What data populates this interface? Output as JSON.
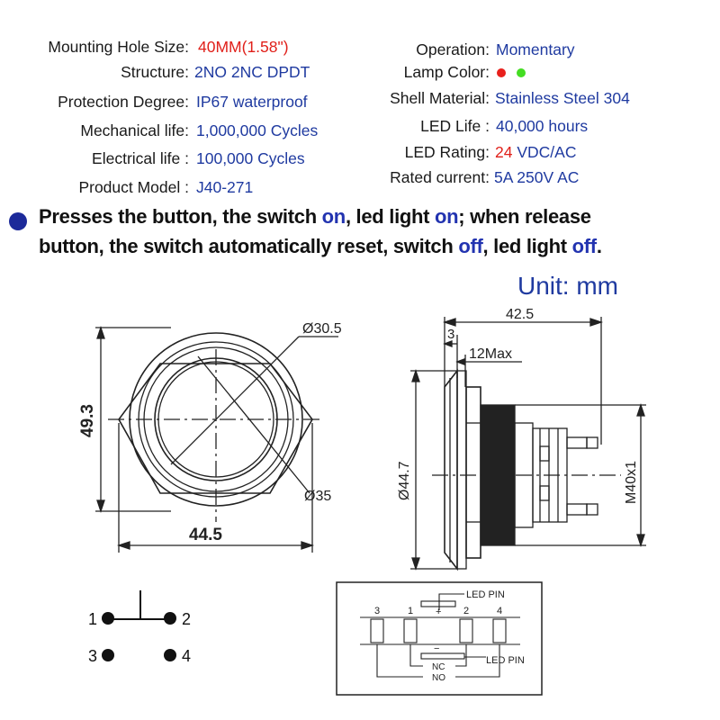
{
  "specs_left": [
    {
      "label": "Mounting Hole  Size:",
      "value": "40MM(1.58\")",
      "value_color": "red"
    },
    {
      "label": "Structure:",
      "value": "2NO  2NC  DPDT"
    },
    {
      "label": "Protection  Degree:",
      "value": "IP67 waterproof"
    },
    {
      "label": "Mechanical life:",
      "value": "1,000,000 Cycles"
    },
    {
      "label": "Electrical  life :",
      "value": "100,000 Cycles"
    },
    {
      "label": "Product Model :",
      "value": "J40-271"
    }
  ],
  "specs_right": [
    {
      "label": "Operation:",
      "value": "Momentary"
    },
    {
      "label": "Lamp Color:",
      "value": ""
    },
    {
      "label": "Shell Material:",
      "value": "Stainless Steel 304"
    },
    {
      "label": "LED Life :",
      "value": "40,000 hours"
    },
    {
      "label": "LED Rating:",
      "value_prefix": "24",
      "value": " VDC/AC"
    },
    {
      "label": "Rated current:",
      "value": "5A 250V AC"
    }
  ],
  "lamp_colors": [
    "#e8201c",
    "#44dd22"
  ],
  "description": {
    "line1": {
      "a": "Presses the button, the switch ",
      "b": "on",
      "c": ", led light ",
      "d": "on",
      "e": "; when release"
    },
    "line2": {
      "a": "button, the switch  automatically reset, switch ",
      "b": "off",
      "c": ", led light ",
      "d": "off",
      "e": "."
    }
  },
  "unit_label": "Unit: mm",
  "front_view": {
    "d1": "Ø30.5",
    "d2": "Ø35",
    "height": "49.3",
    "width": "44.5"
  },
  "side_view": {
    "length": "42.5",
    "flange": "3",
    "max": "12Max",
    "diameter": "Ø44.7",
    "thread": "M40x1"
  },
  "terminals": {
    "t1": "1",
    "t2": "2",
    "t3": "3",
    "t4": "4"
  },
  "wiring": {
    "led_pin_top": "LED PIN",
    "led_pin_bottom": "LED PIN",
    "nc": "NC",
    "no": "NO",
    "plus": "+",
    "minus": "−",
    "n3": "3",
    "n1": "1",
    "n2": "2",
    "n4": "4"
  }
}
